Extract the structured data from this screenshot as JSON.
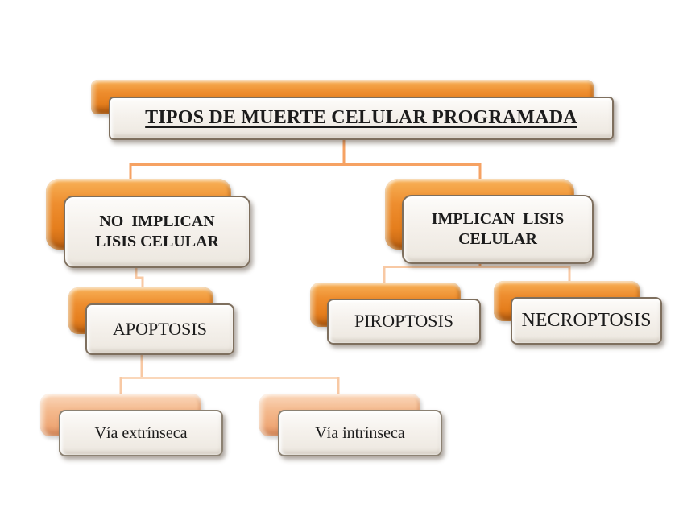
{
  "diagram": {
    "nodes": {
      "root": {
        "label": "TIPOS DE MUERTE CELULAR PROGRAMADA"
      },
      "no_lisis": {
        "label": "NO  IMPLICAN\nLISIS CELULAR"
      },
      "lisis": {
        "label": "IMPLICAN  LISIS\nCELULAR"
      },
      "apoptosis": {
        "label": "APOPTOSIS"
      },
      "piroptosis": {
        "label": "PIROPTOSIS"
      },
      "necroptosis": {
        "label": "NECROPTOSIS"
      },
      "via_extrinseca": {
        "label": "Vía extrínseca"
      },
      "via_intrinseca": {
        "label": "Vía intrínseca"
      }
    },
    "colors": {
      "orange_hi": "#f8b258",
      "orange_mid": "#ee8e2f",
      "orange_mid2": "#e57e1d",
      "orange_dark": "#c06414",
      "peach_hi": "#fbd9bd",
      "peach_mid": "#f4b98d",
      "peach_mid2": "#efa877",
      "peach_dark": "#dd9164",
      "panel_hi": "#fdfcfa",
      "panel_bg": "#f5f1ec",
      "panel_lo": "#ece7df",
      "panel_border": "#7e6f5e",
      "panel_border2": "#8c8273",
      "conn_strong": "#f6a263",
      "conn_soft": "#f8c9a4",
      "conn_softer": "#fad7ba",
      "text": "#1c1c1c"
    }
  }
}
